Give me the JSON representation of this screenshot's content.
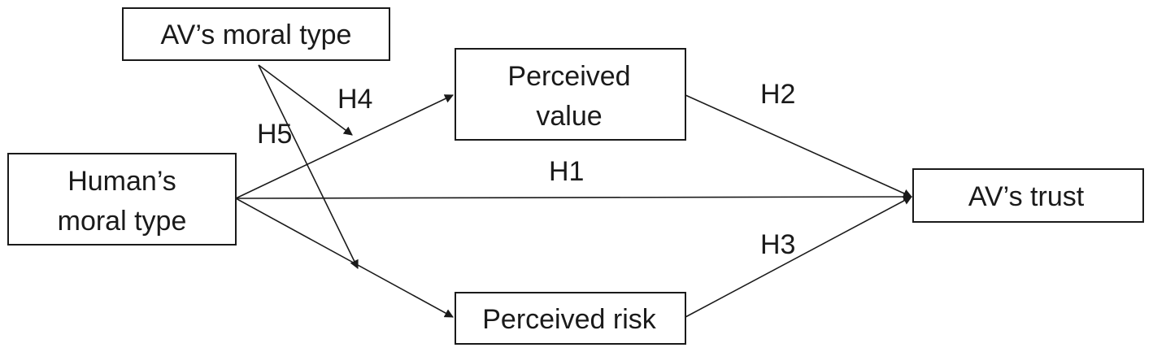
{
  "nodes": {
    "av_moral": {
      "label": "AV’s moral type"
    },
    "human_moral": {
      "line1": "Human’s",
      "line2": "moral type"
    },
    "perceived_value": {
      "line1": "Perceived",
      "line2": "value"
    },
    "perceived_risk": {
      "label": "Perceived risk"
    },
    "av_trust": {
      "label": "AV’s trust"
    }
  },
  "hypotheses": {
    "h1": "H1",
    "h2": "H2",
    "h3": "H3",
    "h4": "H4",
    "h5": "H5"
  },
  "colors": {
    "line": "#1a1a1a",
    "background": "#ffffff"
  }
}
